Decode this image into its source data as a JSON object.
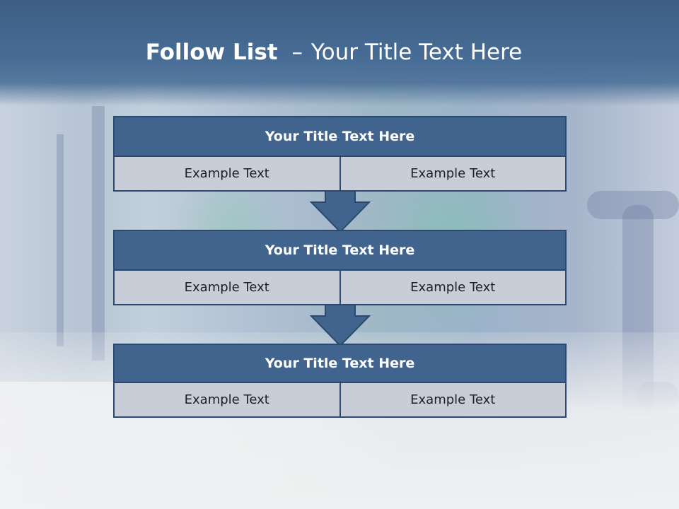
{
  "slide": {
    "title_bold": "Follow List",
    "title_dash": "–",
    "title_rest": "Your Title Text Here"
  },
  "blocks": [
    {
      "title": "Your Title Text Here",
      "left": "Example Text",
      "right": "Example Text"
    },
    {
      "title": "Your Title Text Here",
      "left": "Example Text",
      "right": "Example Text"
    },
    {
      "title": "Your Title Text Here",
      "left": "Example Text",
      "right": "Example Text"
    }
  ],
  "colors": {
    "header": "#41648f",
    "border": "#2d4a6e",
    "cell": "#c7ced8",
    "arrow": "#41648f"
  },
  "icons": {
    "arrow": "down-arrow-icon"
  }
}
